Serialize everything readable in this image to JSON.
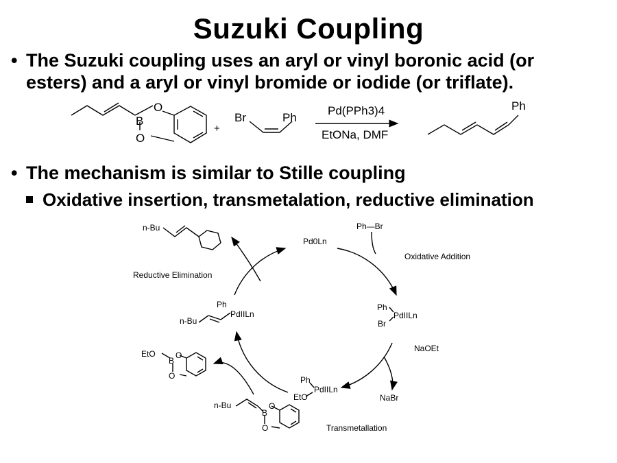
{
  "slide": {
    "title": "Suzuki Coupling",
    "bullet1": {
      "line1": "The Suzuki coupling uses an aryl or vinyl boronic acid (or",
      "line2": "esters) and a aryl or vinyl bromide or iodide (or triflate)."
    },
    "bullet2": "The mechanism is similar to Stille coupling",
    "subbullet": "Oxidative insertion, transmetalation, reductive elimination"
  },
  "reaction": {
    "boronate_B": "B",
    "boronate_O1": "O",
    "boronate_O2": "O",
    "plus": "+",
    "reagent_Br": "Br",
    "reagent_Ph": "Ph",
    "conditions_top": "Pd(PPh3)4",
    "conditions_bottom": "EtONa, DMF",
    "product_Ph": "Ph"
  },
  "cycle": {
    "top_catalyst": "Pd0Ln",
    "phbr": "Ph—Br",
    "oxidative_addition": "Oxidative Addition",
    "right_complex": {
      "ph": "Ph",
      "br": "Br",
      "pd": "PdIILn"
    },
    "naoet": "NaOEt",
    "nabr": "NaBr",
    "bottom_complex": {
      "ph": "Ph",
      "eto": "EtO",
      "pd": "PdIILn"
    },
    "transmetallation": "Transmetallation",
    "left_complex": {
      "ph": "Ph",
      "nbu": "n-Bu",
      "pd": "PdIILn"
    },
    "reductive_elimination": "Reductive Elimination",
    "product_nbu": "n-Bu",
    "eto_boronate": {
      "eto": "EtO",
      "b": "B",
      "o1": "O",
      "o2": "O"
    },
    "vinyl_boronate": {
      "nbu": "n-Bu",
      "b": "B",
      "o1": "O",
      "o2": "O"
    }
  }
}
